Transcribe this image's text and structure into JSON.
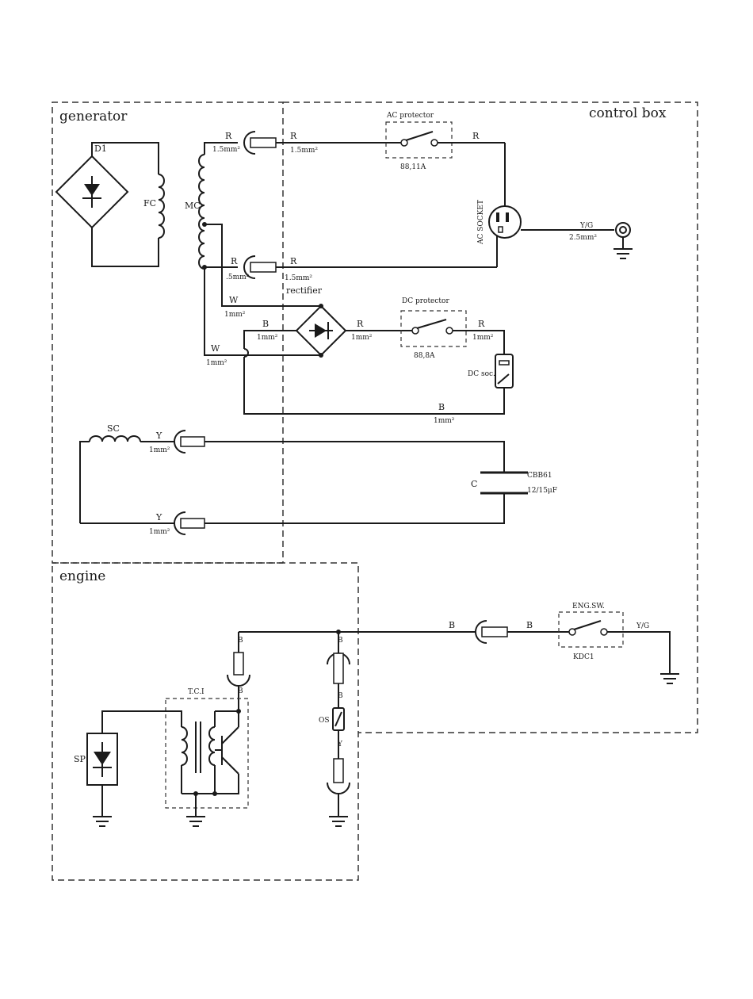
{
  "sections": {
    "generator": "generator",
    "control_box": "control box",
    "engine": "engine"
  },
  "components": {
    "d1": "D1",
    "fc": "FC",
    "mc": "MC",
    "ac_protector": "AC protector",
    "ac_protector_rating": "88,11A",
    "ac_socket": "AC SOCKET",
    "rectifier": "rectifier",
    "dc_protector": "DC protector",
    "dc_protector_rating": "88,8A",
    "dc_socket": "DC soc.",
    "sc": "SC",
    "capacitor": "C",
    "capacitor_model": "CBB61",
    "capacitor_value": "12/15μF",
    "eng_sw": "ENG.SW.",
    "kdc": "KDC1",
    "tci": "T.C.I",
    "sp": "SP",
    "os": "OS"
  },
  "wires": {
    "r_top_gen_color": "R",
    "r_top_gen_size": "1.5mm²",
    "r_top_box_color": "R",
    "r_top_box_size": "1.5mm²",
    "r_ac_out": "R",
    "yg_ground_color": "Y/G",
    "yg_ground_size": "2.5mm²",
    "r_mid_gen_color": "R",
    "r_mid_gen_size": ".5mm²",
    "r_mid_box_color": "R",
    "r_mid_box_size": "1.5mm²",
    "w_upper_color": "W",
    "w_upper_size": "1mm²",
    "b_rect_color": "B",
    "b_rect_size": "1mm²",
    "r_rect_color": "R",
    "r_rect_size": "1mm²",
    "r_dc_color": "R",
    "r_dc_size": "1mm²",
    "w_lower_color": "W",
    "w_lower_size": "1mm²",
    "b_dc_return_color": "B",
    "b_dc_return_size": "1mm²",
    "y_sc_top_color": "Y",
    "y_sc_top_size": "1mm²",
    "y_sc_bot_color": "Y",
    "y_sc_bot_size": "1mm²",
    "b_tci_top": "B",
    "b_tci_mid": "B",
    "b_os_top": "B",
    "b_os_mid": "B",
    "y_os": "Y",
    "b_main_left": "B",
    "b_main_right": "B",
    "yg_engsw": "Y/G"
  }
}
